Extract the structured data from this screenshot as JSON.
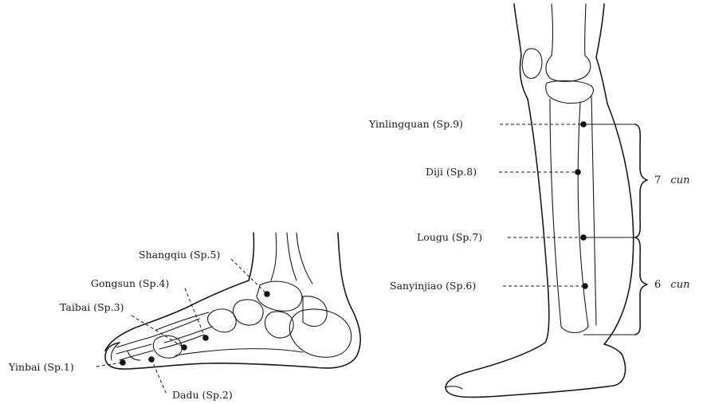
{
  "foot_points": [
    {
      "id": "yinbai",
      "label": "Yinbai (Sp.1)"
    },
    {
      "id": "dadu",
      "label": "Dadu (Sp.2)"
    },
    {
      "id": "taibai",
      "label": "Taibai (Sp.3)"
    },
    {
      "id": "gongsun",
      "label": "Gongsun (Sp.4)"
    },
    {
      "id": "shangqiu",
      "label": "Shangqiu (Sp.5)"
    }
  ],
  "leg_points": [
    {
      "id": "yinlingquan",
      "label": "Yinlingquan (Sp.9)"
    },
    {
      "id": "diji",
      "label": "Diji (Sp.8)"
    },
    {
      "id": "lougu",
      "label": "Lougu (Sp.7)"
    },
    {
      "id": "sanyinjiao",
      "label": "Sanyinjiao (Sp.6)"
    }
  ],
  "measurements": [
    {
      "value": "7",
      "unit": "cun"
    },
    {
      "value": "6",
      "unit": "cun"
    }
  ],
  "colors": {
    "ink": "#1a1a1a",
    "background": "#ffffff"
  }
}
